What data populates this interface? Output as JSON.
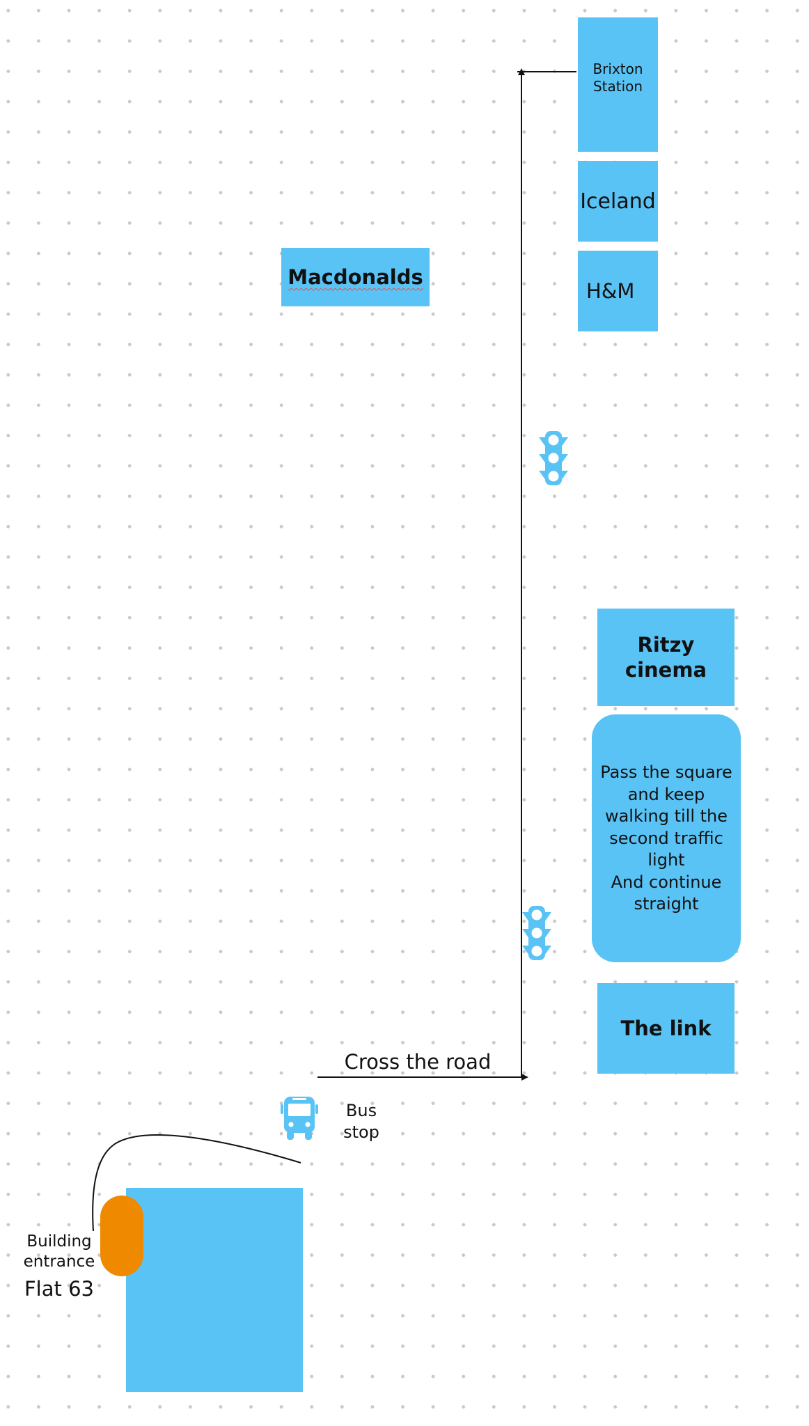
{
  "places": {
    "brixton_station": "Brixton\nStation",
    "iceland": "Iceland",
    "hm": "H&M",
    "macdonalds": "Macdonalds",
    "ritzy_cinema": "Ritzy\ncinema",
    "the_link": "The link"
  },
  "notes": {
    "directions_card": "Pass the square\nand keep\nwalking till the\nsecond traffic\nlight\nAnd continue\nstraight",
    "cross_the_road": "Cross the road",
    "bus_stop": "Bus\nstop",
    "building_entrance": "Building\nentrance",
    "flat": "Flat 63"
  },
  "icons": {
    "traffic_light": "traffic-light-icon",
    "bus": "bus-icon"
  },
  "colors": {
    "building": "#5ac3f5",
    "entrance": "#ef8a00",
    "line": "#111111",
    "grid_dot": "#c9c9cc"
  }
}
